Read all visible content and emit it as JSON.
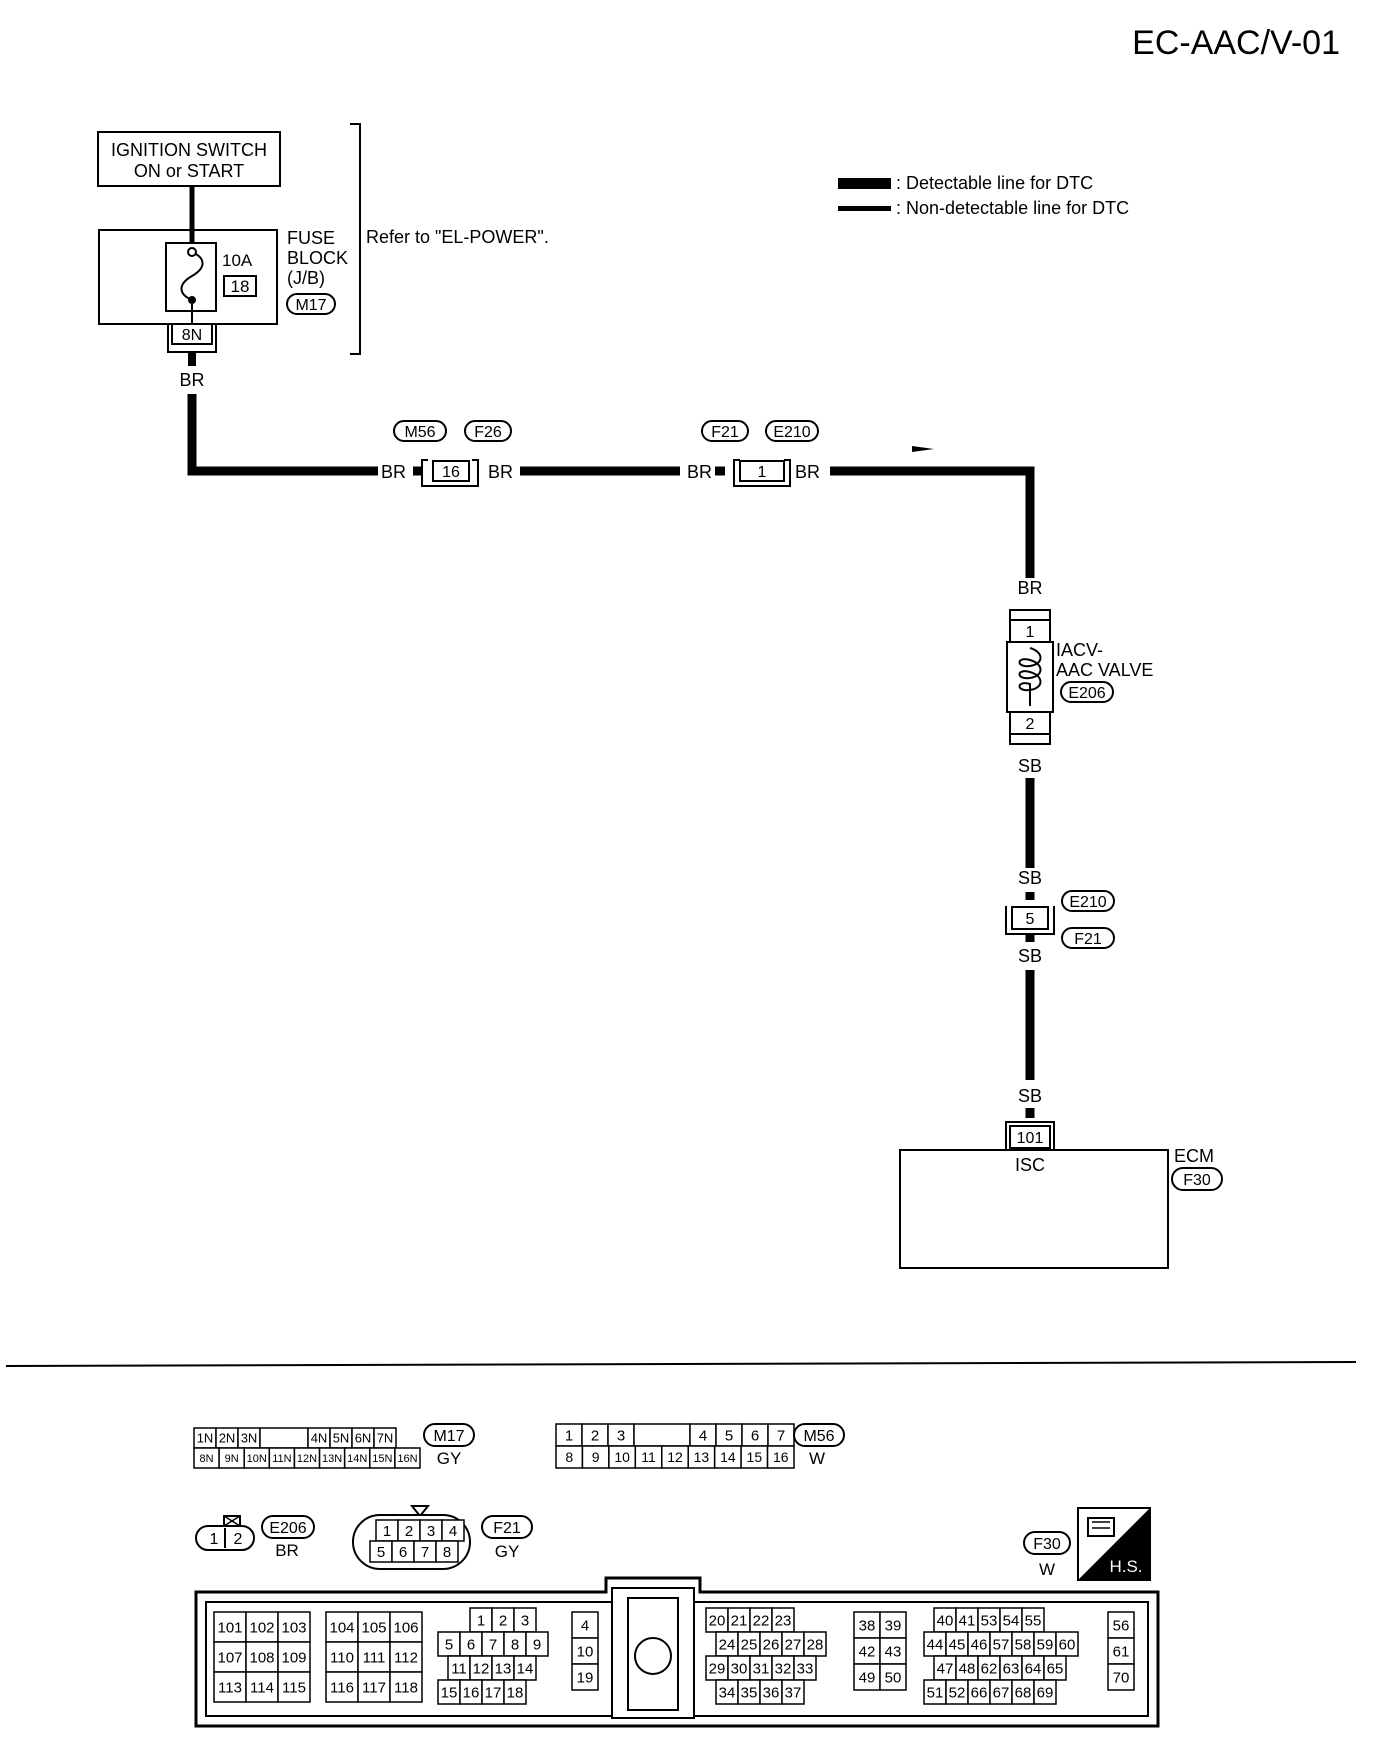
{
  "page_code": "EC-AAC/V-01",
  "legend": {
    "detectable": ": Detectable line for DTC",
    "non_detectable": ": Non-detectable line for DTC"
  },
  "ignition_switch": {
    "line1": "IGNITION SWITCH",
    "line2": "ON or START"
  },
  "fuse_block": {
    "label1": "FUSE",
    "label2": "BLOCK",
    "label3": "(J/B)",
    "connector": "M17",
    "amp": "10A",
    "fuse_no": "18",
    "terminal": "8N"
  },
  "refer_text": "Refer to \"EL-POWER\".",
  "wire_colors": {
    "br": "BR",
    "sb": "SB"
  },
  "inline_connectors": [
    {
      "left_id": "M56",
      "right_id": "F26",
      "terminal": "16"
    },
    {
      "left_id": "F21",
      "right_id": "E210",
      "terminal": "1"
    },
    {
      "top_id": "E210",
      "bottom_id": "F21",
      "terminal": "5"
    }
  ],
  "valve": {
    "line1": "IACV-",
    "line2": "AAC VALVE",
    "connector": "E206",
    "pin_top": "1",
    "pin_bottom": "2"
  },
  "ecm": {
    "name": "ECM",
    "connector": "F30",
    "terminal": "101",
    "terminal_label": "ISC"
  },
  "connector_views": {
    "m17": {
      "id": "M17",
      "color": "GY",
      "top": [
        "1N",
        "2N",
        "3N",
        "",
        "4N",
        "5N",
        "6N",
        "7N"
      ],
      "bottom": [
        "8N",
        "9N",
        "10N",
        "11N",
        "12N",
        "13N",
        "14N",
        "15N",
        "16N"
      ]
    },
    "m56": {
      "id": "M56",
      "color": "W",
      "top": [
        "1",
        "2",
        "3",
        "",
        "4",
        "5",
        "6",
        "7"
      ],
      "bottom": [
        "8",
        "9",
        "10",
        "11",
        "12",
        "13",
        "14",
        "15",
        "16"
      ]
    },
    "e206": {
      "id": "E206",
      "color": "BR",
      "pins": [
        "1",
        "2"
      ]
    },
    "f21": {
      "id": "F21",
      "color": "GY",
      "top": [
        "1",
        "2",
        "3",
        "4"
      ],
      "bottom": [
        "5",
        "6",
        "7",
        "8"
      ]
    },
    "f30": {
      "id": "F30",
      "color": "W",
      "hs": "H.S.",
      "group1": [
        [
          "101",
          "102",
          "103"
        ],
        [
          "107",
          "108",
          "109"
        ],
        [
          "113",
          "114",
          "115"
        ]
      ],
      "group2": [
        [
          "104",
          "105",
          "106"
        ],
        [
          "110",
          "111",
          "112"
        ],
        [
          "116",
          "117",
          "118"
        ]
      ],
      "group3": [
        [
          "1",
          "2",
          "3"
        ],
        [
          "5",
          "6",
          "7",
          "8",
          "9"
        ],
        [
          "11",
          "12",
          "13",
          "14"
        ],
        [
          "15",
          "16",
          "17",
          "18"
        ]
      ],
      "group4": [
        "4",
        "10",
        "19"
      ],
      "group5": [
        [
          "20",
          "21",
          "22",
          "23"
        ],
        [
          "24",
          "25",
          "26",
          "27",
          "28"
        ],
        [
          "29",
          "30",
          "31",
          "32",
          "33"
        ],
        [
          "34",
          "35",
          "36",
          "37"
        ]
      ],
      "group6": [
        [
          "38",
          "39"
        ],
        [
          "42",
          "43"
        ],
        [
          "49",
          "50"
        ]
      ],
      "group7": [
        [
          "40",
          "41",
          "53",
          "54",
          "55"
        ],
        [
          "44",
          "45",
          "46",
          "57",
          "58",
          "59",
          "60"
        ],
        [
          "47",
          "48",
          "62",
          "63",
          "64",
          "65"
        ],
        [
          "51",
          "52",
          "66",
          "67",
          "68",
          "69"
        ]
      ],
      "group8": [
        "56",
        "61",
        "70"
      ]
    }
  }
}
